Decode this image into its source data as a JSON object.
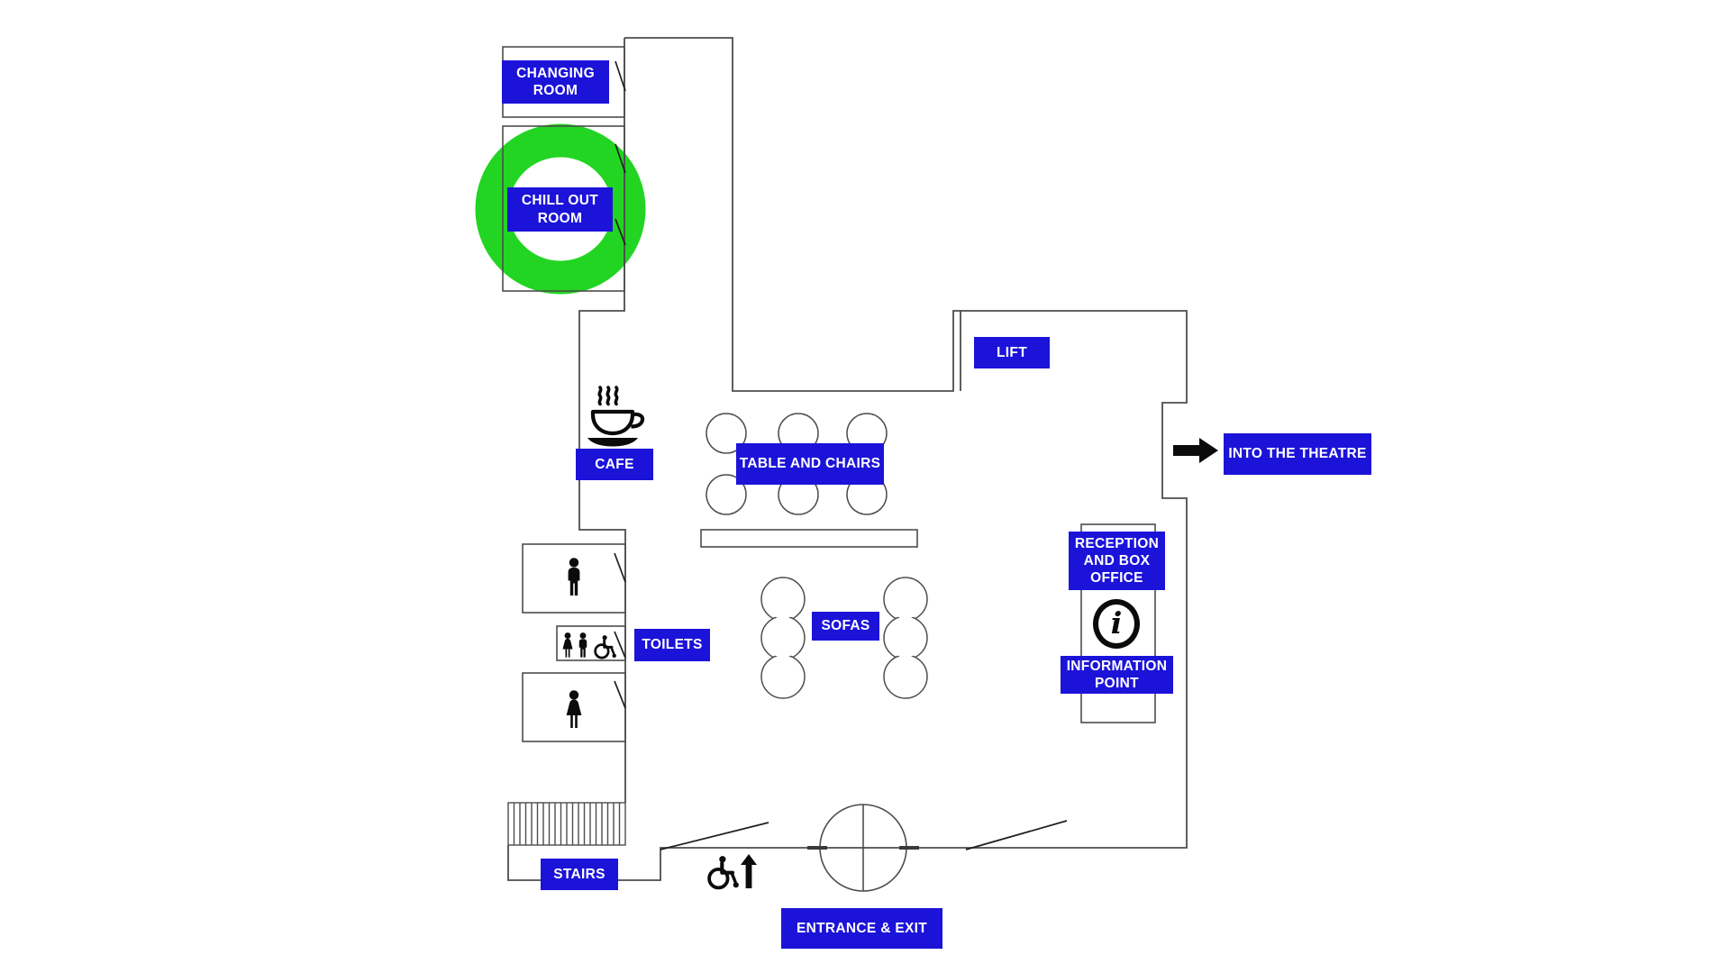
{
  "colors": {
    "background": "#ffffff",
    "label_background": "#1c13d9",
    "label_text": "#ffffff",
    "highlight_ring_green": "#22d522",
    "walls": "#4d4d4d",
    "icons": "#0b0b0b"
  },
  "labels": {
    "changing_room": [
      "CHANGING",
      "ROOM"
    ],
    "chill_out_room": [
      "CHILL OUT",
      "ROOM"
    ],
    "lift": "LIFT",
    "cafe": "CAFE",
    "table_and_chairs": "TABLE AND CHAIRS",
    "into_the_theatre": "INTO THE THEATRE",
    "toilets": "TOILETS",
    "sofas": "SOFAS",
    "reception_and_box_office": [
      "RECEPTION",
      "AND BOX",
      "OFFICE"
    ],
    "information_point": [
      "INFORMATION",
      "POINT"
    ],
    "stairs": "STAIRS",
    "entrance_exit": "ENTRANCE & EXIT"
  },
  "icons": {
    "cafe": "coffee-cup",
    "mens_toilet": "man-silhouette",
    "womens_toilet": "woman-silhouette",
    "accessible_toilet": "woman-man-wheelchair",
    "information": "circled-letter-i",
    "information_char": "i",
    "into_the_theatre": "right-arrow",
    "entrance_accessible": "wheelchair",
    "entrance_direction": "up-arrow",
    "chill_out_highlight": "green-ring",
    "entrance_door": "revolving-door-circle",
    "stairs": "hatched-steps"
  }
}
